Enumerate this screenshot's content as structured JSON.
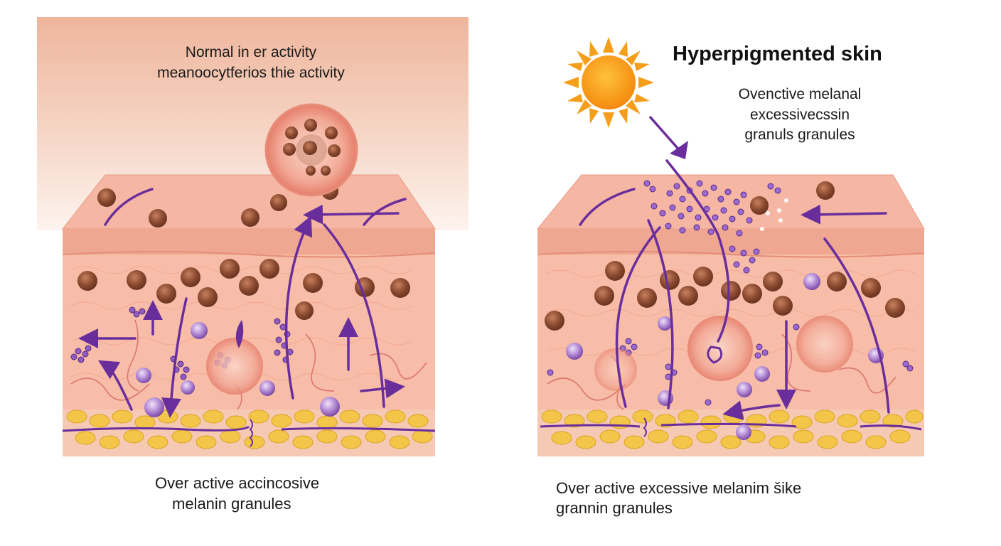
{
  "left_panel": {
    "caption_line1": "Normal in er activity",
    "caption_line2": "meanoocytferios thie activity",
    "footer_line1": "Over active accincosive",
    "footer_line2": "melanin granules"
  },
  "right_panel": {
    "title": "Hyperpigmented skin",
    "caption_line1": "Ovenctive melanal",
    "caption_line2": "excessivecssin",
    "caption_line3": "granuls granules",
    "footer_line1": "Over active excessive мelanim šike",
    "footer_line2": "grannin granules"
  },
  "colors": {
    "skin_top": "#f2b09c",
    "skin_body": "#f6bba6",
    "fat_layer": "#f3c64a",
    "melanin": "#8a4a30",
    "arrow_purple": "#6a2e9c",
    "sun": "#f7a21a",
    "sun_rays": "#f59e1b"
  }
}
